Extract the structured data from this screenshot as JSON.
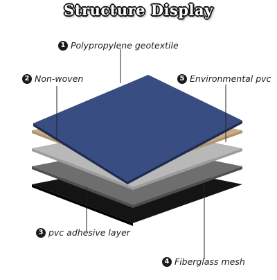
{
  "title": "Structure Display",
  "layers": [
    {
      "number": "1",
      "label": "Polypropylene geotextile"
    },
    {
      "number": "2",
      "label": "Non-woven"
    },
    {
      "number": "3",
      "label": "pvc adhesive layer"
    },
    {
      "number": "4",
      "label": "Fiberglass mesh"
    },
    {
      "number": "5",
      "label": "Environmental pvc"
    }
  ],
  "colors": {
    "carpet": "#2e4378",
    "nonwoven": "#c9ad85",
    "light_gray": "#b8b8b8",
    "mid_gray": "#6e6e6e",
    "black": "#141414"
  }
}
